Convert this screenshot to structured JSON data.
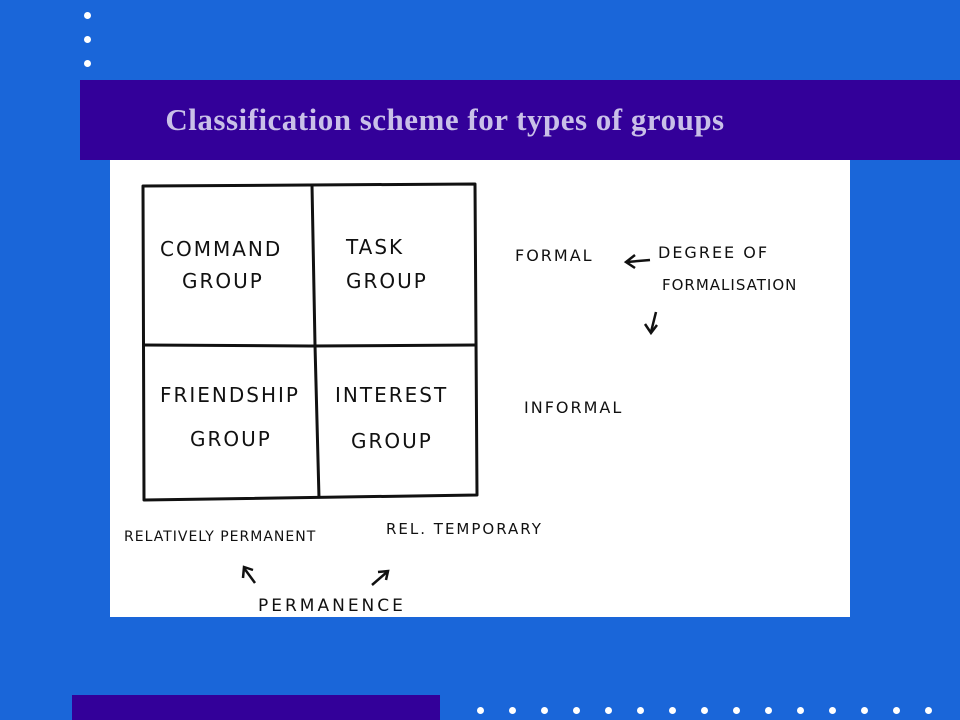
{
  "slide": {
    "title": "Classification scheme for types of groups",
    "background_color": "#1a66d9",
    "title_bar_color": "#330099",
    "title_text_color": "#c9c0e8"
  },
  "diagram": {
    "cells": [
      {
        "line1": "COMMAND",
        "line2": "GROUP"
      },
      {
        "line1": "TASK",
        "line2": "GROUP"
      },
      {
        "line1": "FRIENDSHIP",
        "line2": "GROUP"
      },
      {
        "line1": "INTEREST",
        "line2": "GROUP"
      }
    ],
    "formal_label": "FORMAL",
    "informal_label": "INFORMAL",
    "formalisation_line1": "DEGREE OF",
    "formalisation_line2": "FORMALISATION",
    "permanent_label": "RELATIVELY PERMANENT",
    "temporary_label": "REL. TEMPORARY",
    "permanence_label": "PERMANENCE"
  }
}
